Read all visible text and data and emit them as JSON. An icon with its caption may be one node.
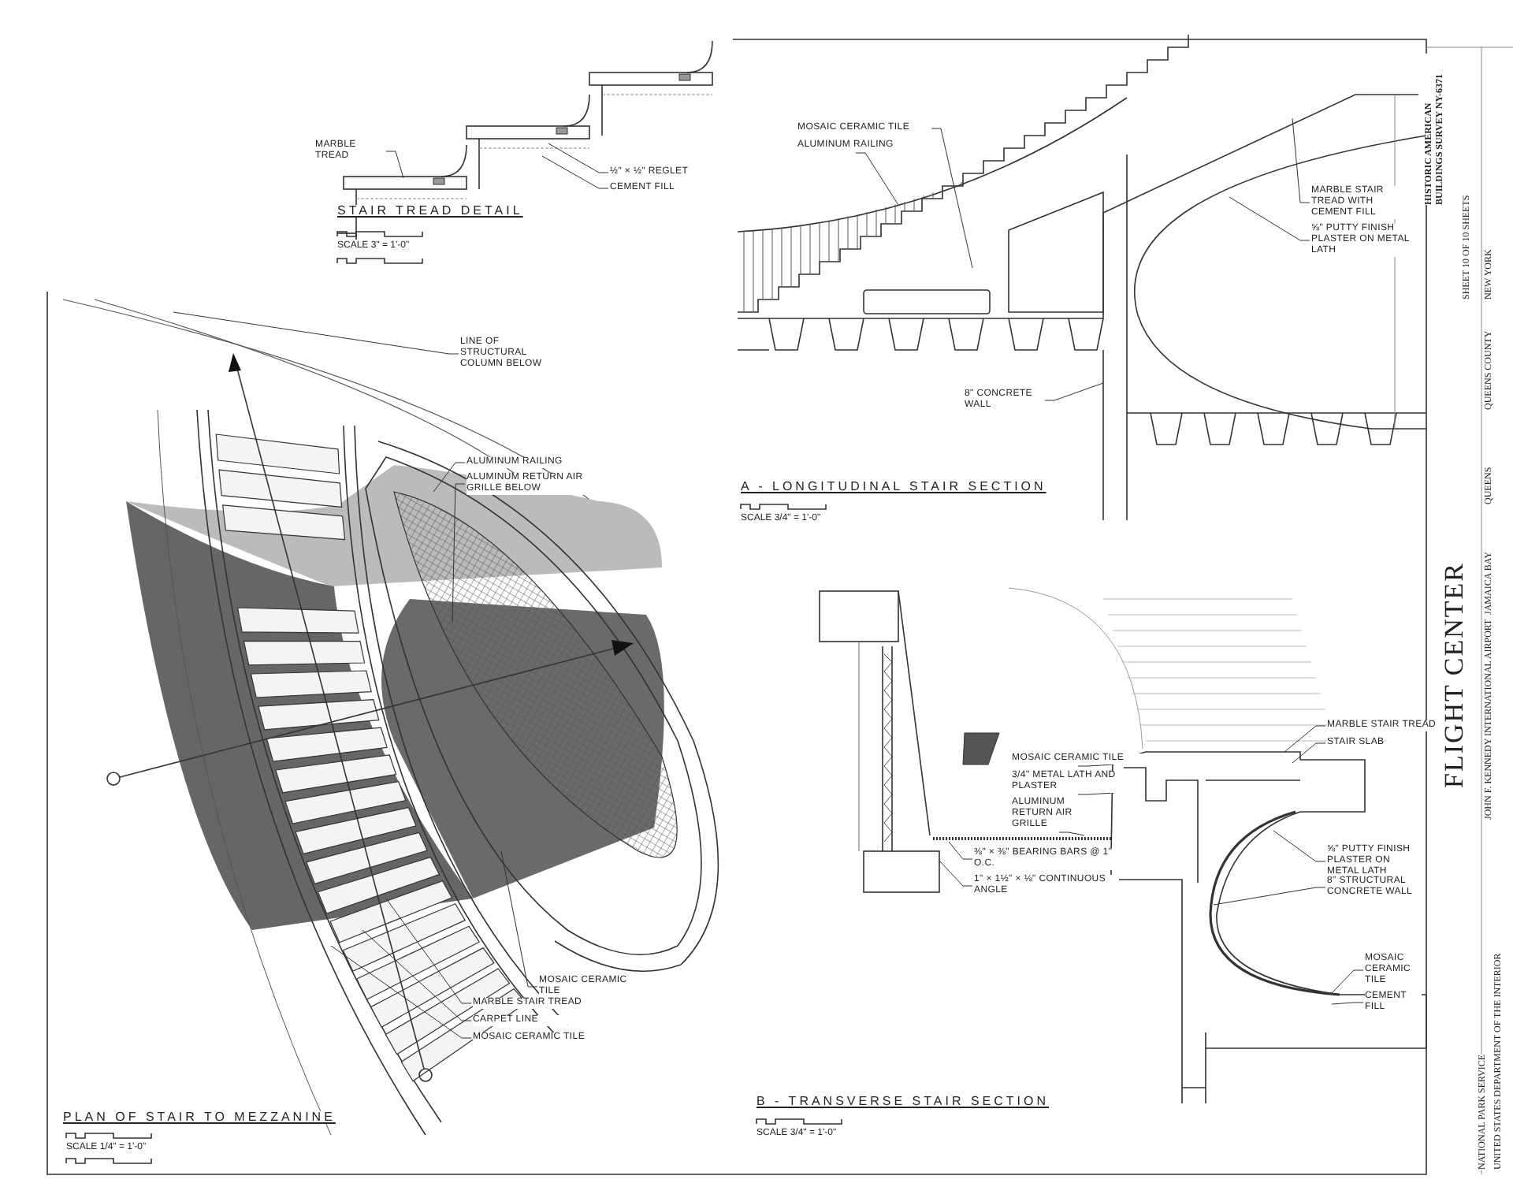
{
  "diagram": {
    "nodes": [
      {
        "text": [
          "MARBLE TREAD"
        ]
      },
      {
        "text": [
          "½\" × ½\" REGLET"
        ]
      },
      {
        "text": [
          "CEMENT FILL"
        ]
      },
      {
        "text": [
          "LINE OF STRUCTURAL COLUMN BELOW"
        ]
      },
      {
        "text": [
          "MOSAIC CERAMIC TILE"
        ]
      },
      {
        "text": [
          "ALUMINUM RAILING"
        ]
      },
      {
        "text": [
          "MARBLE STAIR TREAD WITH CEMENT FILL"
        ]
      },
      {
        "text": [
          "⅝\" PUTTY FINISH PLASTER ON METAL LATH"
        ]
      },
      {
        "text": [
          "8\" CONCRETE WALL"
        ]
      },
      {
        "text": [
          "ALUMINUM RAILING"
        ]
      },
      {
        "text": [
          "ALUMINUM RETURN AIR GRILLE BELOW"
        ]
      },
      {
        "text": [
          "MOSAIC CERAMIC TILE"
        ]
      },
      {
        "text": [
          "MARBLE STAIR TREAD"
        ]
      },
      {
        "text": [
          "CARPET LINE"
        ]
      },
      {
        "text": [
          "MOSAIC CERAMIC TILE"
        ]
      },
      {
        "text": [
          "MARBLE STAIR TREAD"
        ]
      },
      {
        "text": [
          "STAIR SLAB"
        ]
      },
      {
        "text": [
          "MOSAIC CERAMIC TILE"
        ]
      },
      {
        "text": [
          "3/4\" METAL LATH AND PLASTER"
        ]
      },
      {
        "text": [
          "ALUMINUM RETURN AIR GRILLE"
        ]
      },
      {
        "text": [
          "⅜\" × ⅜\" BEARING BARS @ 1\" O.C."
        ]
      },
      {
        "text": [
          "1\" × 1½\" × ⅛\" CONTINUOUS ANGLE"
        ]
      },
      {
        "text": [
          "⅝\" PUTTY FINISH PLASTER ON METAL LATH"
        ]
      },
      {
        "text": [
          "8\" STRUCTURAL CONCRETE WALL"
        ]
      },
      {
        "text": [
          "MOSAIC CERAMIC TILE"
        ]
      },
      {
        "text": [
          "CEMENT FILL"
        ]
      }
    ],
    "edges": [
      {
        "from": 0,
        "to": null,
        "arrow": "none"
      },
      {
        "from": 1,
        "to": null,
        "arrow": "none"
      },
      {
        "from": 2,
        "to": null,
        "arrow": "none"
      },
      {
        "from": 3,
        "to": null,
        "arrow": "none"
      },
      {
        "from": 4,
        "to": null,
        "arrow": "none"
      },
      {
        "from": 5,
        "to": null,
        "arrow": "none"
      },
      {
        "from": 6,
        "to": null,
        "arrow": "none"
      },
      {
        "from": 7,
        "to": null,
        "arrow": "none"
      },
      {
        "from": 8,
        "to": null,
        "arrow": "none"
      },
      {
        "from": 9,
        "to": null,
        "arrow": "none"
      },
      {
        "from": 10,
        "to": null,
        "arrow": "none"
      },
      {
        "from": 11,
        "to": null,
        "arrow": "none"
      },
      {
        "from": 12,
        "to": null,
        "arrow": "none"
      },
      {
        "from": 13,
        "to": null,
        "arrow": "none"
      },
      {
        "from": 14,
        "to": null,
        "arrow": "none"
      },
      {
        "from": 15,
        "to": null,
        "arrow": "none"
      },
      {
        "from": 16,
        "to": null,
        "arrow": "none"
      },
      {
        "from": 17,
        "to": null,
        "arrow": "none"
      },
      {
        "from": 18,
        "to": null,
        "arrow": "none"
      },
      {
        "from": 19,
        "to": null,
        "arrow": "none"
      },
      {
        "from": 20,
        "to": null,
        "arrow": "none"
      },
      {
        "from": 21,
        "to": null,
        "arrow": "none"
      },
      {
        "from": 22,
        "to": null,
        "arrow": "none"
      },
      {
        "from": 23,
        "to": null,
        "arrow": "none"
      },
      {
        "from": 24,
        "to": null,
        "arrow": "none"
      },
      {
        "from": 25,
        "to": null,
        "arrow": "none"
      }
    ],
    "labels": [
      "STAIR TREAD DETAIL",
      "SCALE 3\" = 1'-0\"",
      "A - LONGITUDINAL STAIR SECTION",
      "SCALE 3/4\" = 1'-0\"",
      "PLAN OF STAIR TO MEZZANINE",
      "SCALE 1/4\" = 1'-0\"",
      "B - TRANSVERSE STAIR SECTION",
      "SCALE 3/4\" = 1'-0\"",
      "NATIONAL PARK SERVICE",
      "UNITED STATES DEPARTMENT OF THE INTERIOR",
      "FLIGHT CENTER",
      "JOHN F. KENNEDY INTERNATIONAL AIRPORT",
      "JAMAICA BAY",
      "QUEENS",
      "QUEENS COUNTY",
      "NEW YORK",
      "SHEET 10 OF 10 SHEETS",
      "HISTORIC AMERICAN BUILDINGS SURVEY NY-6371"
    ]
  }
}
